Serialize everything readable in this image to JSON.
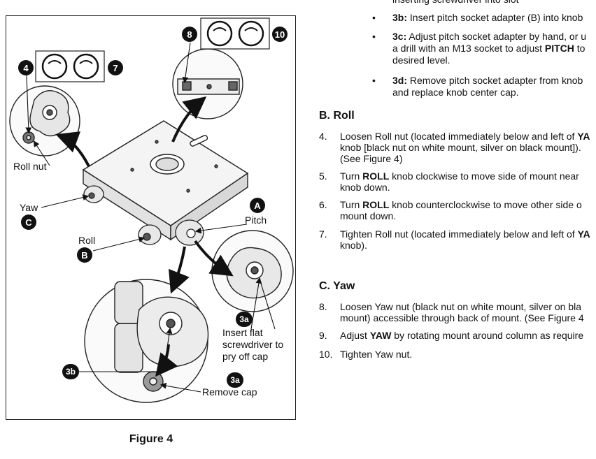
{
  "figure": {
    "caption": "Figure 4",
    "labels": {
      "roll_nut": "Roll nut",
      "yaw": "Yaw",
      "roll": "Roll",
      "pitch": "Pitch",
      "insert_flat": [
        "Insert flat",
        "screwdriver to",
        "pry off cap"
      ],
      "remove_cap": "Remove cap"
    },
    "badges": {
      "four": "4",
      "seven": "7",
      "eight": "8",
      "ten": "10",
      "a": "A",
      "b": "B",
      "c": "C",
      "three_a_top": "3a",
      "three_a_bottom": "3a",
      "three_b": "3b"
    }
  },
  "steps_top": [
    {
      "text": "inserting screwdriver into slot"
    },
    {
      "tag": "3b:",
      "rest": " Insert pitch socket adapter (B) into knob"
    },
    {
      "tag": "3c:",
      "rest_a": " Adjust pitch socket adapter by hand, or u",
      "rest_b": "a drill with an M13 socket to adjust ",
      "bold_word": "PITCH",
      "rest_c": " to",
      "rest_d": "desired level."
    },
    {
      "tag": "3d:",
      "rest_a": " Remove pitch socket adapter from knob",
      "rest_b": "and replace knob center cap."
    }
  ],
  "section_b": {
    "title": "B. Roll",
    "items": [
      {
        "n": "4.",
        "a": "Loosen Roll nut (located immediately below and left of ",
        "bold": "YA",
        "b": "knob [black nut on white mount, silver on black mount]).",
        "c": "(See Figure 4)"
      },
      {
        "n": "5.",
        "a": "Turn ",
        "bold": "ROLL",
        "b": " knob clockwise to move side of mount near",
        "c": "knob down."
      },
      {
        "n": "6.",
        "a": "Turn ",
        "bold": "ROLL",
        "b": " knob counterclockwise to move other side o",
        "c": "mount down."
      },
      {
        "n": "7.",
        "a": "Tighten Roll nut (located immediately below and left of ",
        "bold": "YA",
        "c": "knob)."
      }
    ]
  },
  "section_c": {
    "title": "C. Yaw",
    "items": [
      {
        "n": "8.",
        "a": "Loosen Yaw nut (black nut on white mount, silver on bla",
        "c": "mount) accessible through back of mount. (See Figure 4"
      },
      {
        "n": "9.",
        "a": "Adjust ",
        "bold": "YAW",
        "b": " by rotating mount around column as require"
      },
      {
        "n": "10.",
        "a": "Tighten Yaw nut."
      }
    ]
  },
  "bullet_char": "•"
}
